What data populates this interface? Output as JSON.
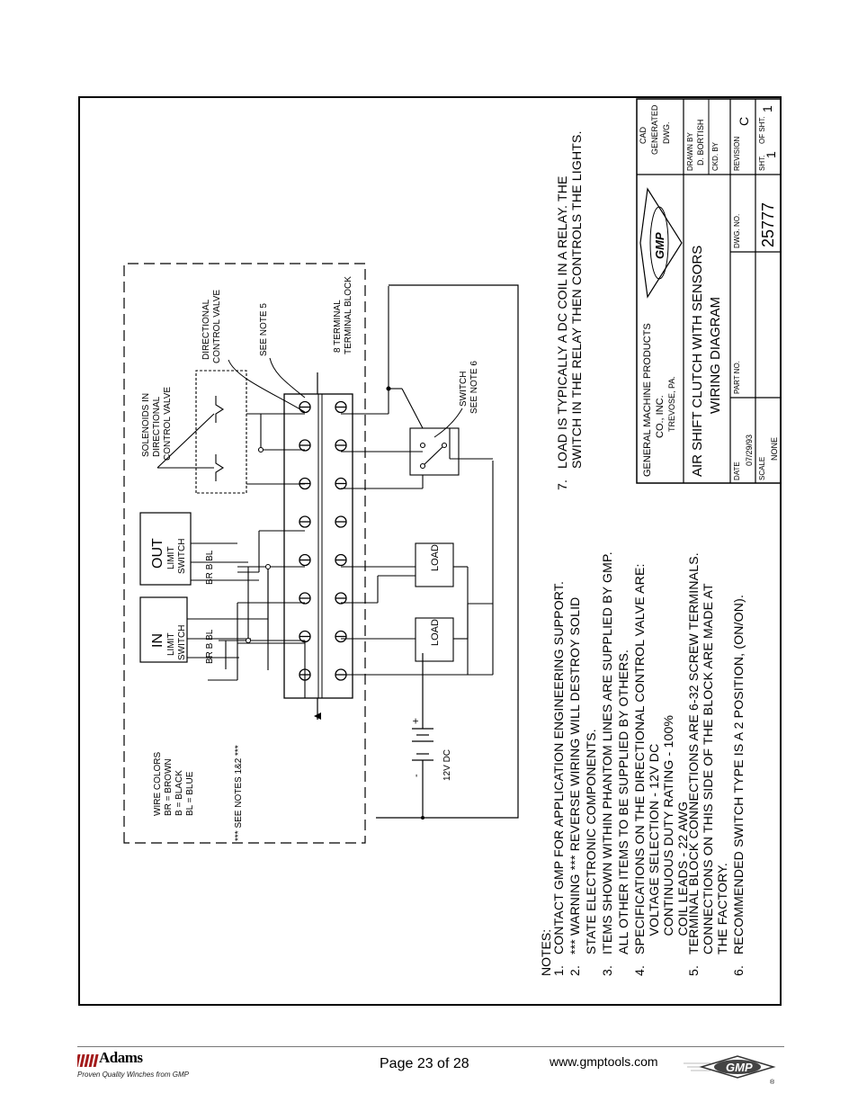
{
  "drawing": {
    "notes_title": "NOTES:",
    "notes": [
      {
        "num": "1.",
        "lines": [
          "CONTACT GMP FOR APPLICATION ENGINEERING SUPPORT."
        ]
      },
      {
        "num": "2.",
        "lines": [
          "*** WARNING *** REVERSE WIRING WILL DESTROY SOLID",
          "STATE ELECTRONIC COMPONENTS."
        ]
      },
      {
        "num": "3.",
        "lines": [
          "ITEMS SHOWN WITHIN PHANTOM LINES ARE SUPPLIED BY GMP.",
          "ALL OTHER ITEMS TO BE SUPPLIED BY OTHERS."
        ]
      },
      {
        "num": "4.",
        "lines": [
          "SPECIFICATIONS ON THE DIRECTIONAL CONTROL VALVE ARE:",
          "     VOLTAGE SELECTION - 12V DC",
          "     CONTINUOUS DUTY RATING - 100%",
          "     COIL LEADS - 22 AWG"
        ]
      },
      {
        "num": "5.",
        "lines": [
          "TERMINAL BLOCK CONNECTIONS ARE 6-32 SCREW TERMINALS.",
          "CONNECTIONS ON THIS SIDE OF THE BLOCK ARE MADE AT",
          "THE FACTORY."
        ]
      },
      {
        "num": "6.",
        "lines": [
          "RECOMMENDED SWITCH TYPE IS A 2 POSITION, (ON/ON)."
        ]
      },
      {
        "num": "7.",
        "lines": [
          "LOAD IS TYPICALLY A DC COIL IN A RELAY. THE",
          "SWITCH IN THE RELAY THEN CONTROLS THE LIGHTS."
        ]
      }
    ],
    "labels": {
      "wire_colors_title": "WIRE COLORS",
      "wire_colors": [
        "BR = BROWN",
        "B  = BLACK",
        "BL = BLUE"
      ],
      "see_notes_12": "*** SEE NOTES 1&2 ***",
      "battery": "12V DC",
      "battery_plus": "+",
      "battery_minus": "-",
      "in_switch": [
        "IN",
        "LIMIT",
        "SWITCH"
      ],
      "out_switch": [
        "OUT",
        "LIMIT",
        "SWITCH"
      ],
      "wire_codes": "BR B BL",
      "load": "LOAD",
      "solenoids": [
        "SOLENOIDS IN",
        "DIRECTIONAL",
        "CONTROL VALVE"
      ],
      "dcv": [
        "DIRECTIONAL",
        "CONTROL VALVE"
      ],
      "see_note_5": "SEE NOTE 5",
      "terminal_block": [
        "8 TERMINAL",
        "TERMINAL BLOCK"
      ],
      "switch_note": [
        "SWITCH",
        "SEE NOTE 6"
      ]
    },
    "title_block": {
      "company": [
        "GENERAL MACHINE PRODUCTS",
        "CO., INC.",
        "TREVOSE, PA."
      ],
      "title": [
        "AIR SHIFT CLUTCH WITH SENSORS",
        "WIRING DIAGRAM"
      ],
      "logo": "GMP",
      "cad": [
        "CAD",
        "GENERATED",
        "DWG."
      ],
      "date_label": "DATE",
      "date": "07/29/93",
      "scale_label": "SCALE",
      "scale": "NONE",
      "part_label": "PART NO.",
      "dwg_label": "DWG. NO.",
      "dwg_no": "25777",
      "drawn_label": "DRAWN BY",
      "drawn_by": "D. BORTISH",
      "ckd_label": "CKD. BY",
      "revision_label": "REVISION",
      "revision": "C",
      "sheet_label": "SHT.",
      "sheet": "1",
      "of_label": "OF SHT.",
      "of_sheets": "1"
    }
  },
  "footer": {
    "brand": "Adams",
    "tagline": "Proven Quality Winches from GMP",
    "page": "Page 23 of 28",
    "website": "www.gmptools.com",
    "gmp_logo": "GMP",
    "registered": "®"
  }
}
